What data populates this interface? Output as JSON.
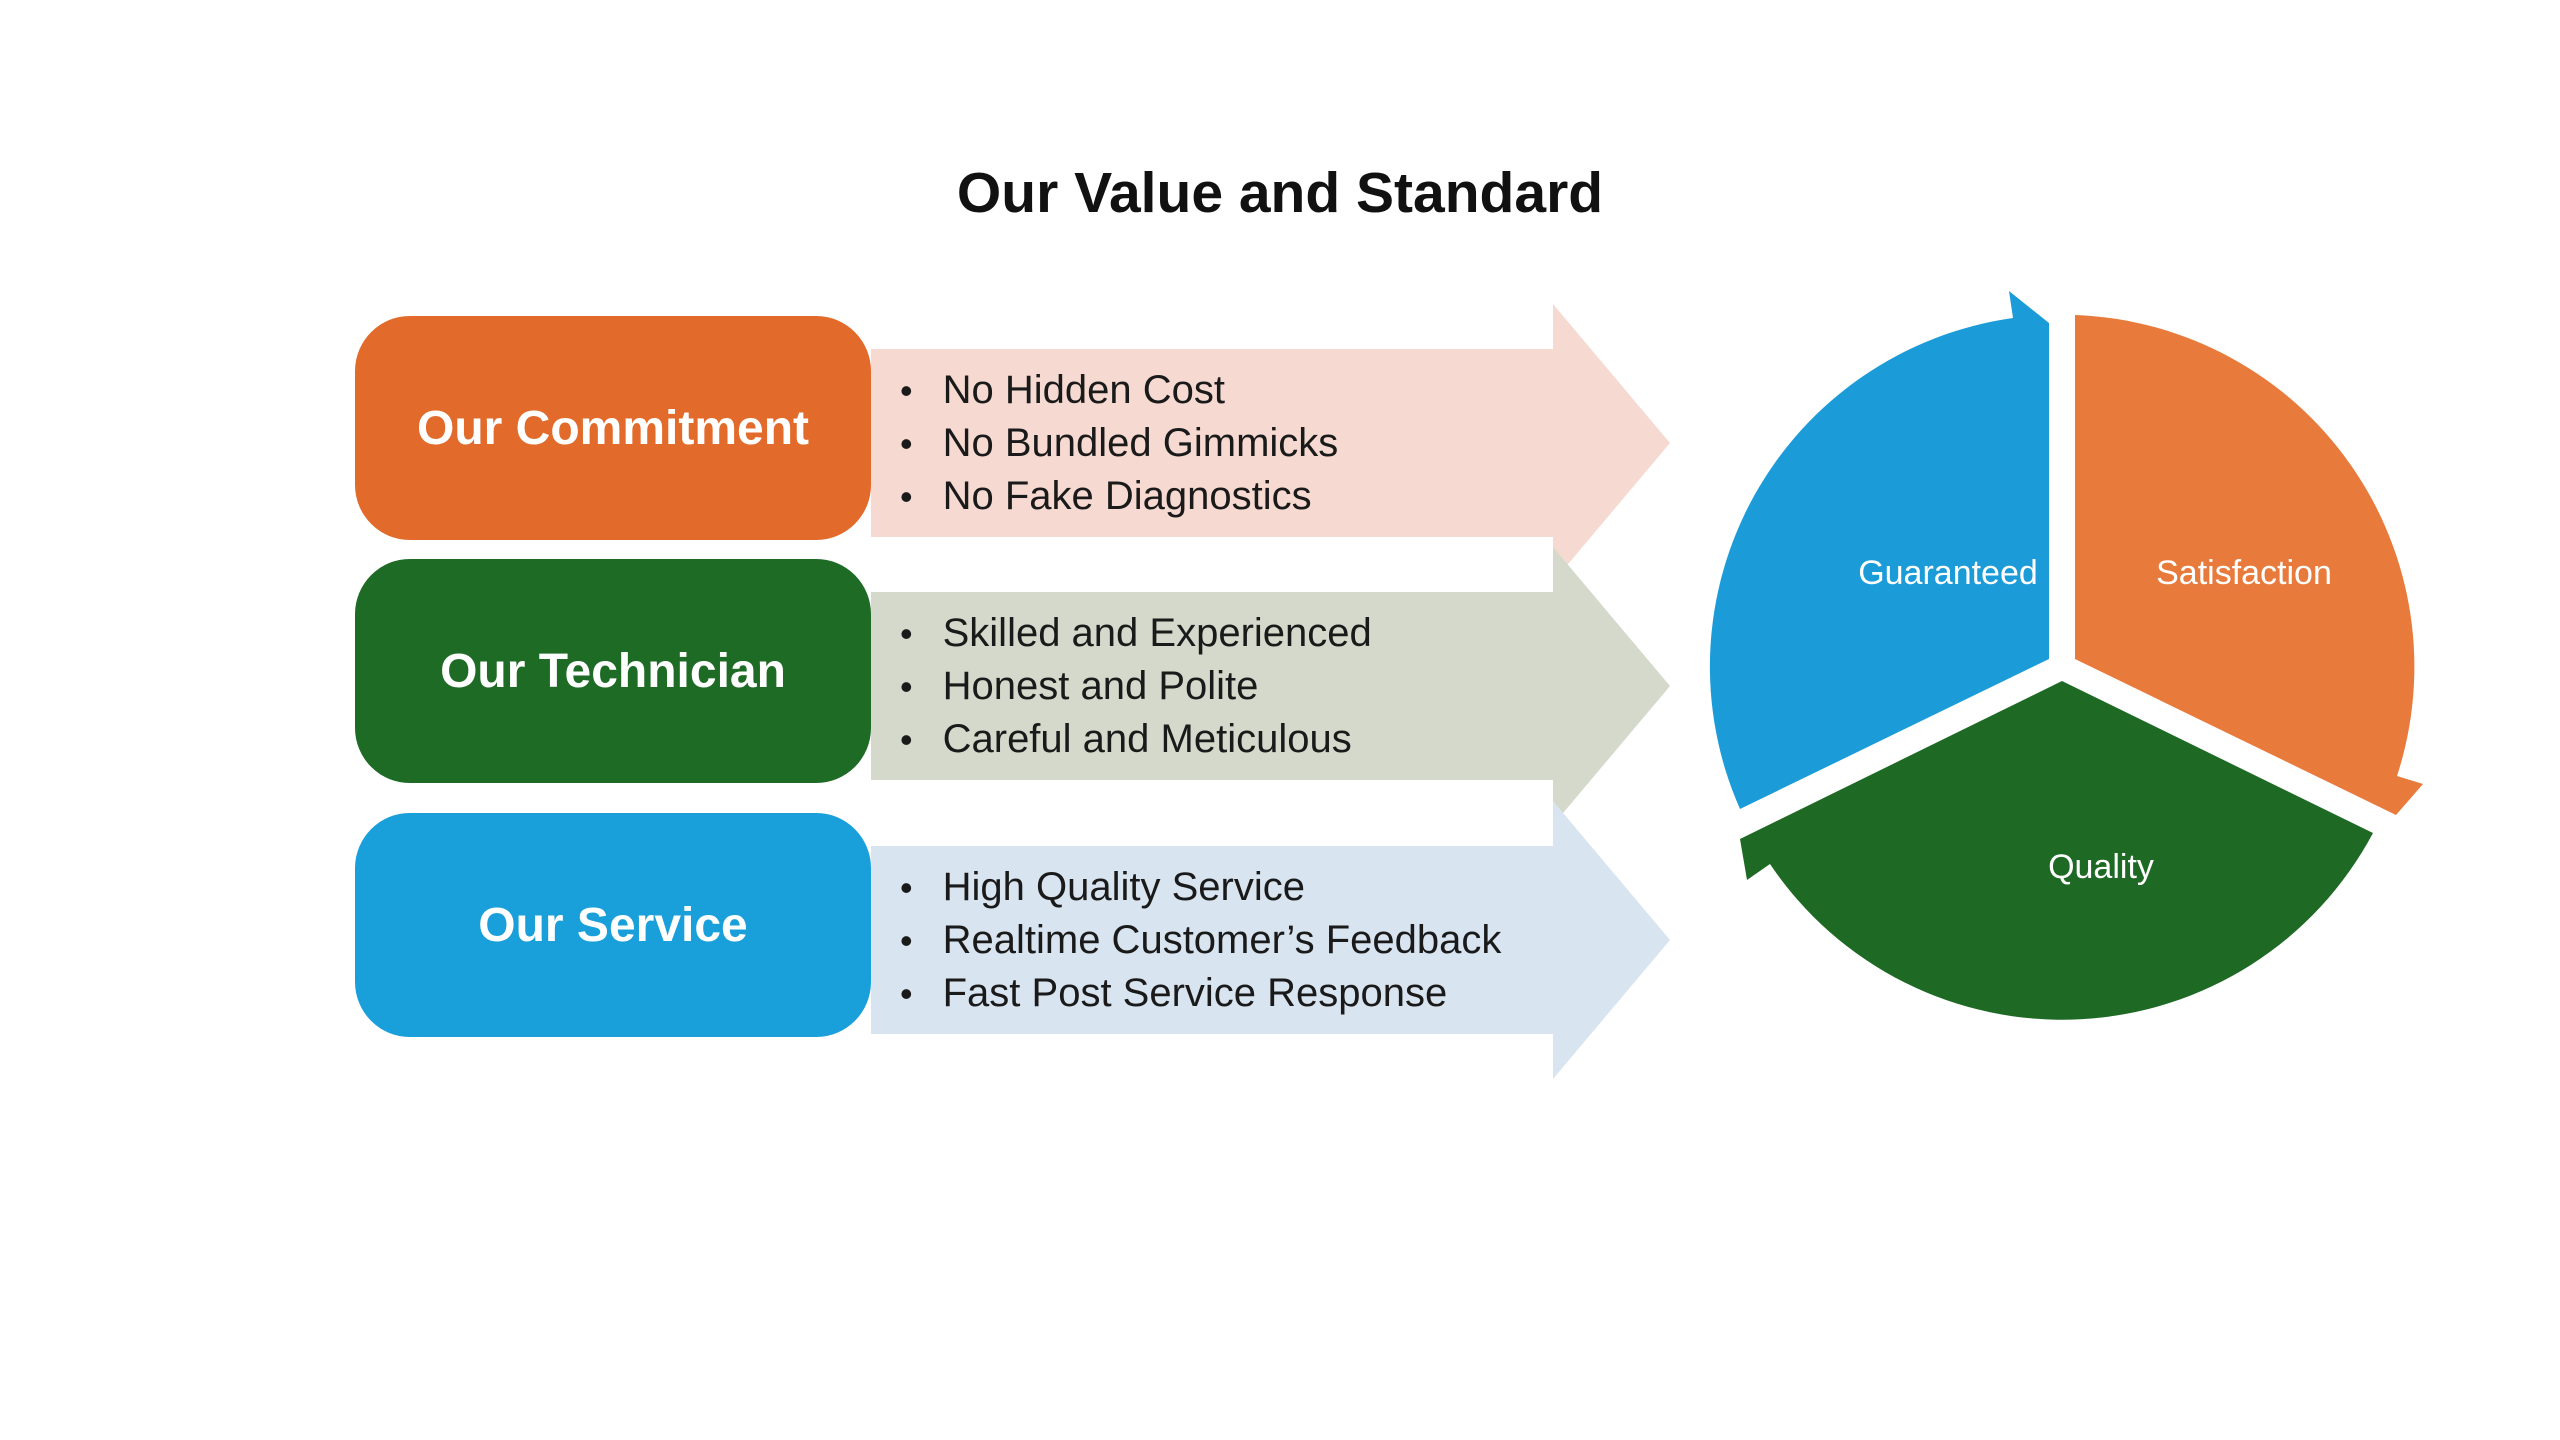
{
  "title": "Our Value and Standard",
  "rows": [
    {
      "label": "Our Commitment",
      "color": "#E26B2B",
      "band_color": "#F6DAD2",
      "bullets": [
        "No Hidden Cost",
        "No Bundled Gimmicks",
        "No Fake Diagnostics"
      ]
    },
    {
      "label": "Our Technician",
      "color": "#1E6B26",
      "band_color": "#D5D9CB",
      "bullets": [
        "Skilled and Experienced",
        "Honest and Polite",
        "Careful and Meticulous"
      ]
    },
    {
      "label": "Our Service",
      "color": "#199FDA",
      "band_color": "#D8E4F0",
      "bullets": [
        "High Quality Service",
        "Realtime Customer’s Feedback",
        "Fast Post Service Response"
      ]
    }
  ],
  "cycle": {
    "segments": [
      {
        "label": "Guaranteed",
        "color": "#1B9CD8"
      },
      {
        "label": "Satisfaction",
        "color": "#E87A3C"
      },
      {
        "label": "Quality",
        "color": "#1E6A25"
      }
    ]
  }
}
